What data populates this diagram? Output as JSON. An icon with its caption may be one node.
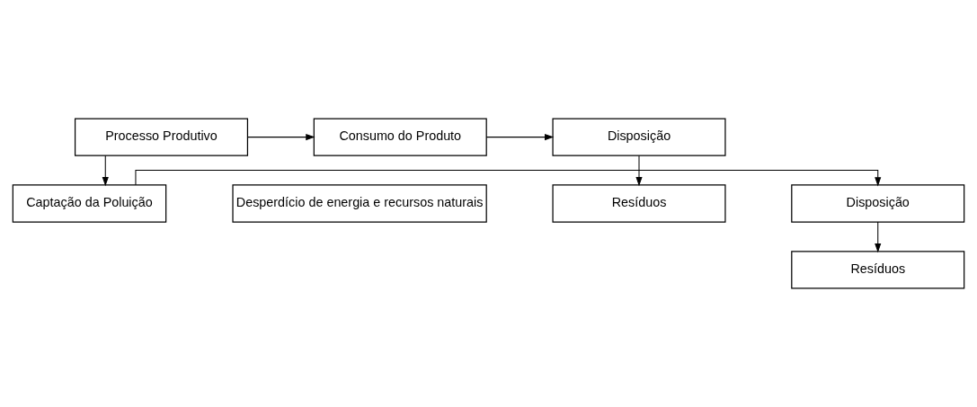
{
  "diagram": {
    "nodes": [
      {
        "text": [
          "Processo Produtivo"
        ]
      },
      {
        "text": [
          "Consumo do Produto"
        ]
      },
      {
        "text": [
          "Disposição"
        ]
      },
      {
        "text": [
          "Resíduos"
        ]
      },
      {
        "text": [
          "Desperdício de energia e recursos naturais"
        ]
      },
      {
        "text": [
          "Captação da Poluição"
        ]
      },
      {
        "text": [
          "Disposição"
        ]
      },
      {
        "text": [
          "Resíduos"
        ]
      }
    ],
    "edges": [
      {
        "from": 0,
        "to": 1,
        "arrow": "to"
      },
      {
        "from": 1,
        "to": 2,
        "arrow": "to"
      },
      {
        "from": 2,
        "to": 3,
        "arrow": "to"
      },
      {
        "from": 0,
        "to": 5,
        "arrow": "to"
      },
      {
        "from": 5,
        "to": 6,
        "arrow": "to"
      },
      {
        "from": 6,
        "to": 7,
        "arrow": "to"
      }
    ]
  }
}
